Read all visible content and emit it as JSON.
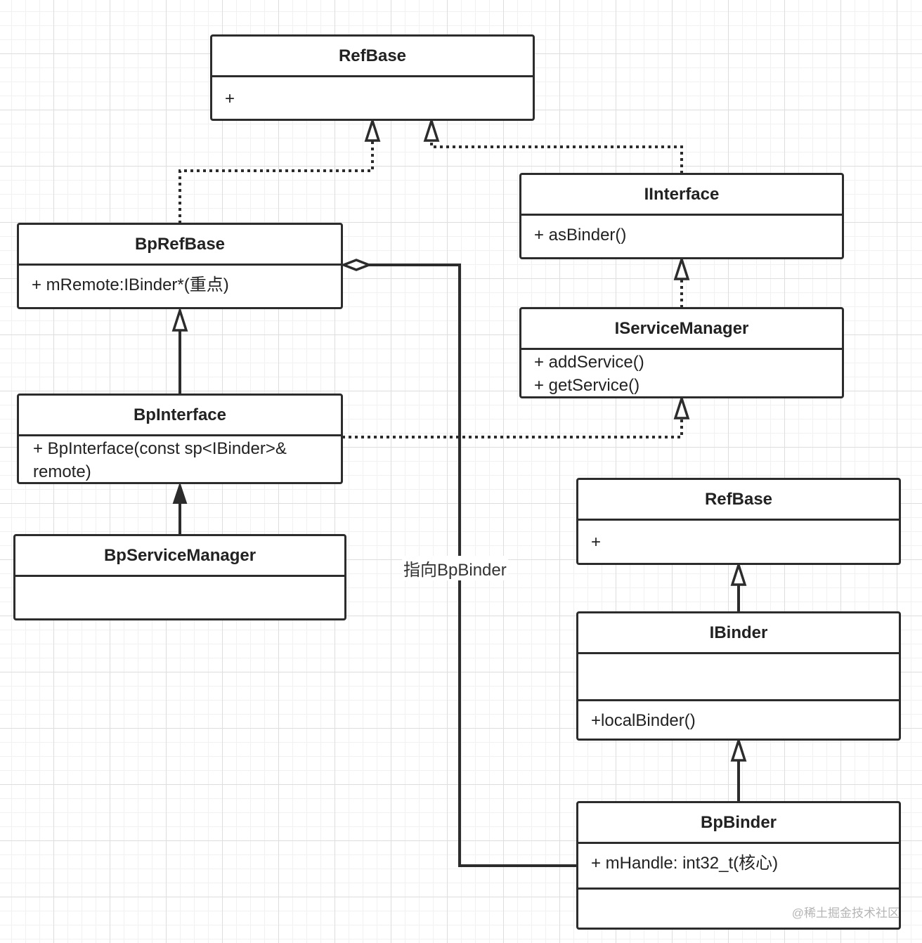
{
  "classes": {
    "refbase_top": {
      "name": "RefBase",
      "members": "+"
    },
    "iinterface": {
      "name": "IInterface",
      "members": "+ asBinder()"
    },
    "bprefbase": {
      "name": "BpRefBase",
      "members": "+ mRemote:IBinder*(重点)"
    },
    "iservicemanager": {
      "name": "IServiceManager",
      "member1": "+ addService()",
      "member2": "+ getService()"
    },
    "bpinterface": {
      "name": "BpInterface",
      "members": "+  BpInterface(const sp<IBinder>& remote)"
    },
    "bpservicemanager": {
      "name": "BpServiceManager",
      "members": ""
    },
    "refbase_bottom": {
      "name": "RefBase",
      "members": "+"
    },
    "ibinder": {
      "name": "IBinder",
      "members": "",
      "methods": "+localBinder()"
    },
    "bpbinder": {
      "name": "BpBinder",
      "members": "+ mHandle: int32_t(核心)",
      "methods": ""
    }
  },
  "relations": {
    "aggregation_label": "指向BpBinder"
  },
  "colors": {
    "line": "#2c2c2c",
    "grid_major": "#dedede",
    "grid_minor": "#f1f1f1"
  },
  "watermark": "@稀土掘金技术社区"
}
